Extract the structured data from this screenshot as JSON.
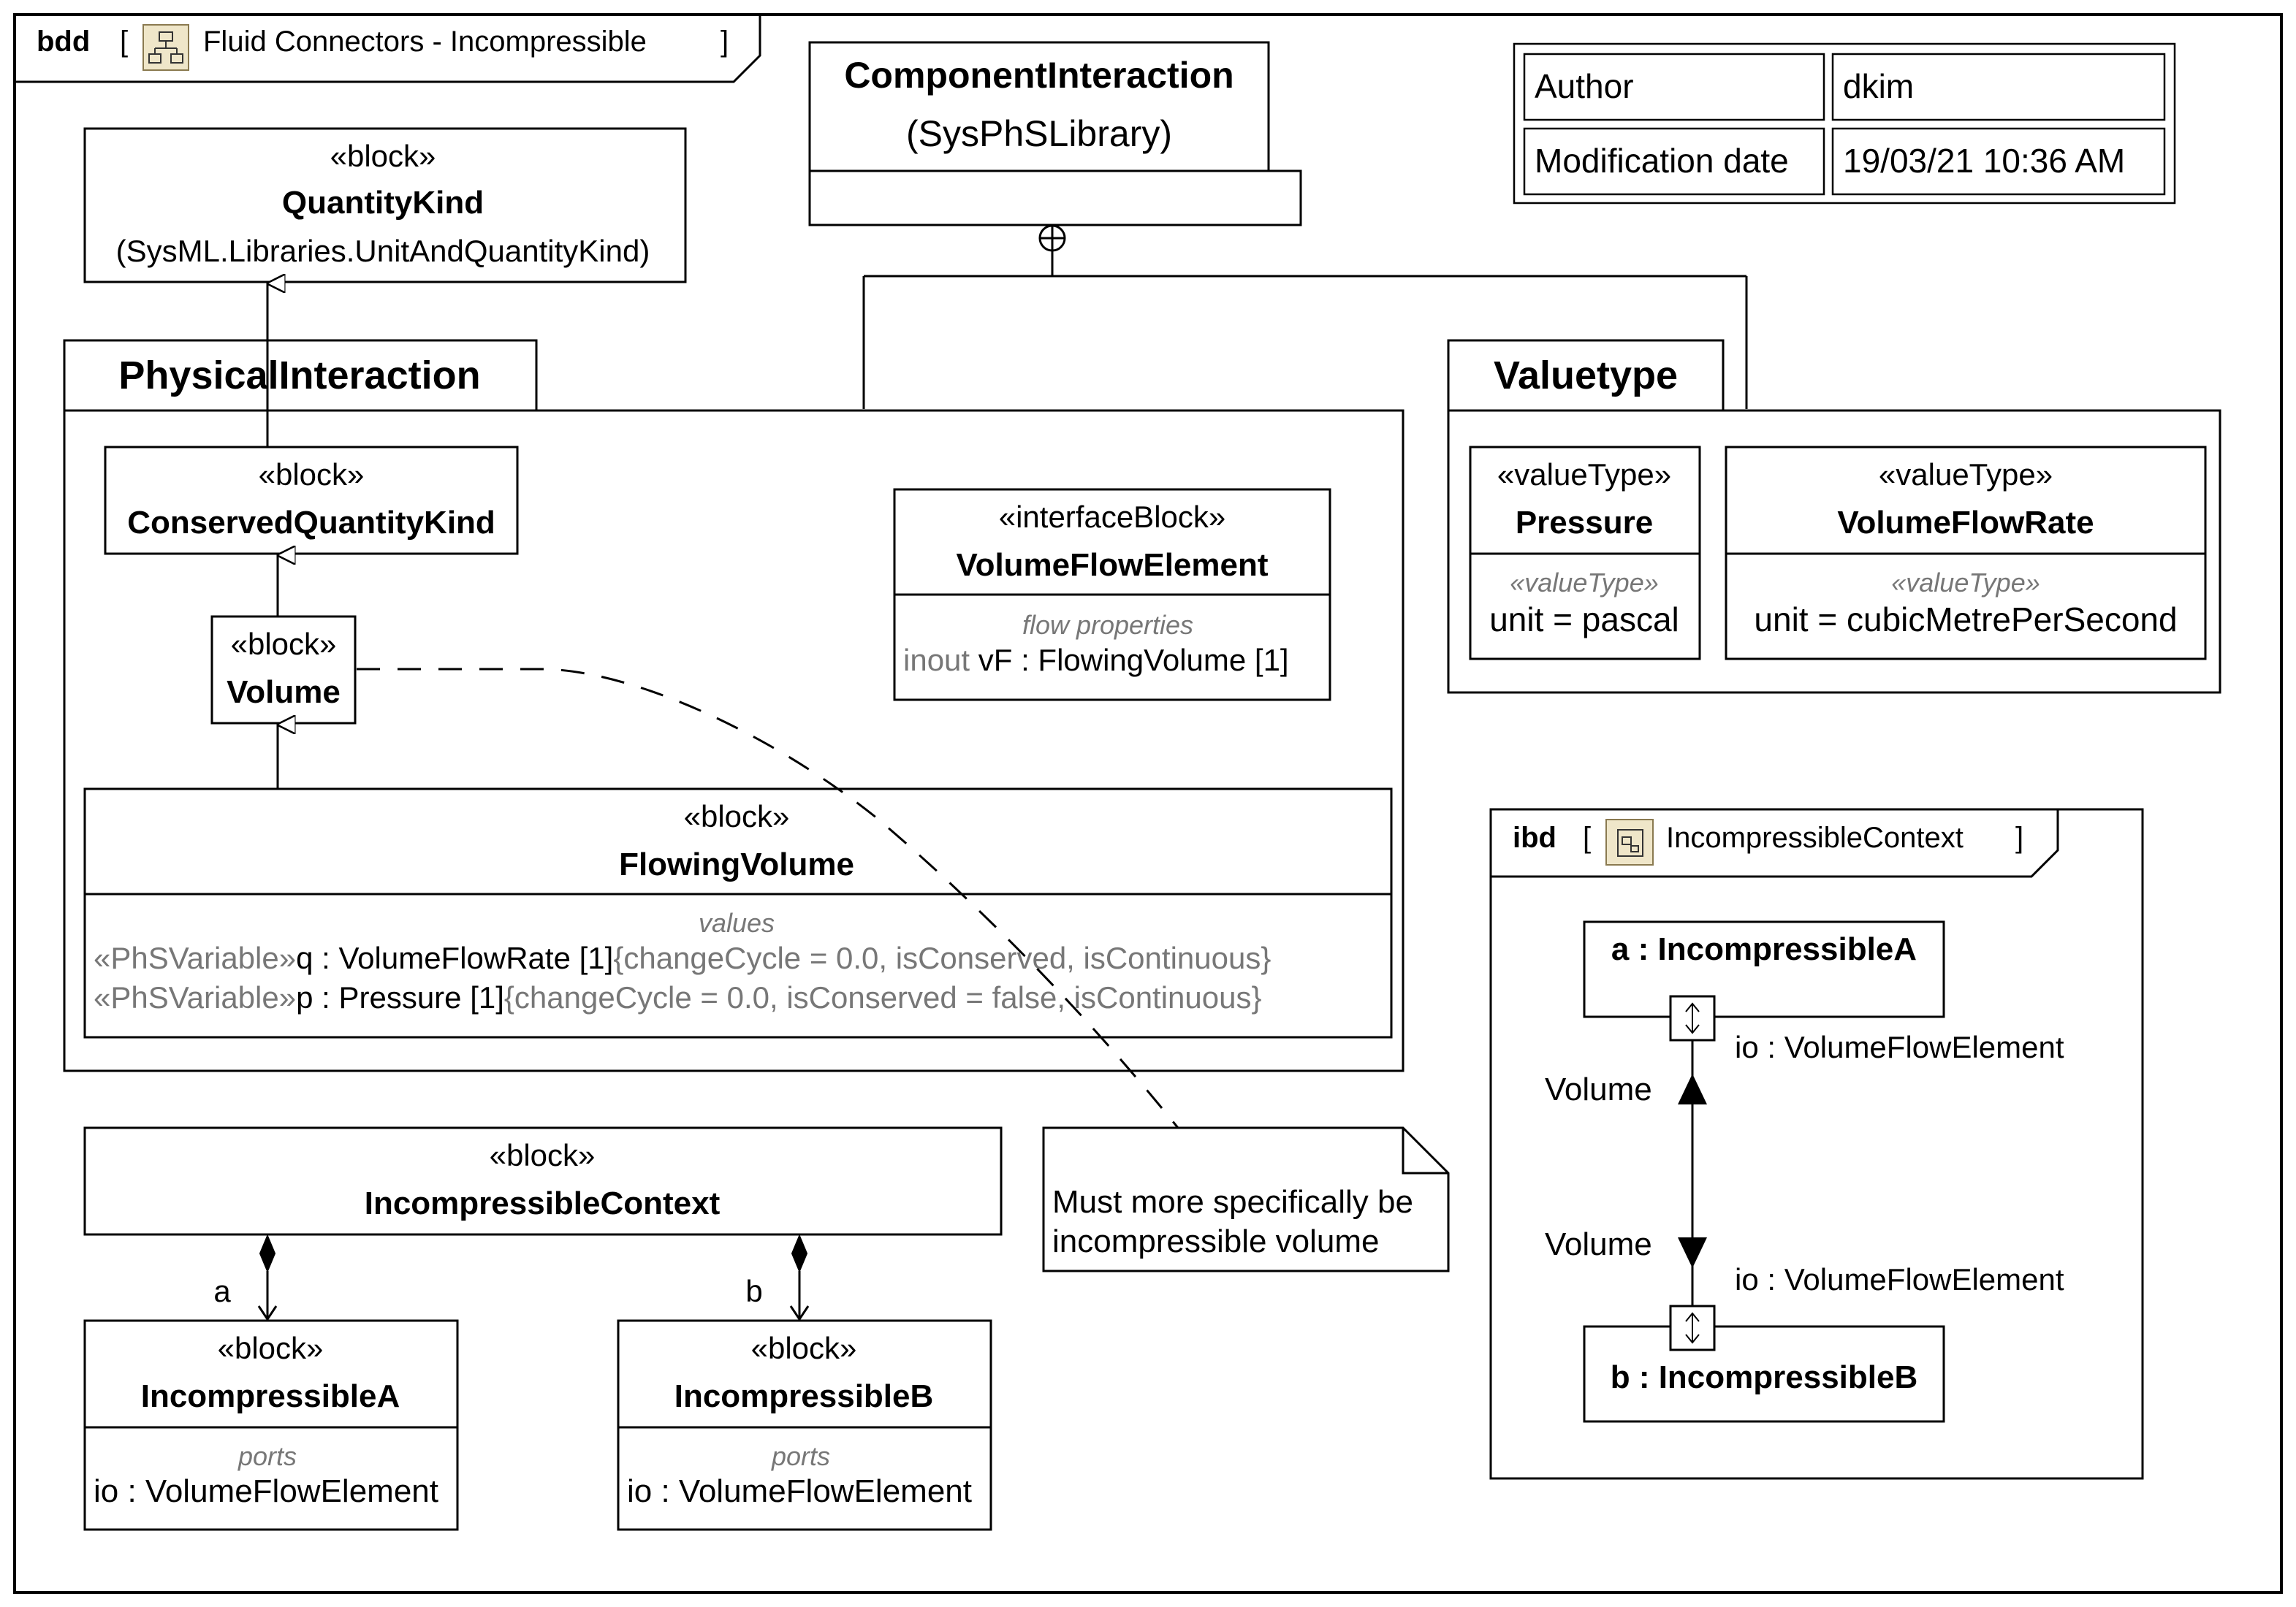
{
  "frame": {
    "kind": "bdd",
    "title": "Fluid Connectors - Incompressible",
    "bracket_open": "[",
    "bracket_close": "]"
  },
  "info_table": {
    "rows": [
      {
        "key": "Author",
        "value": "dkim"
      },
      {
        "key": "Modification date",
        "value": "19/03/21 10:36 AM"
      }
    ]
  },
  "component_interaction": {
    "name": "ComponentInteraction",
    "owner": "(SysPhSLibrary)"
  },
  "quantity_kind": {
    "stereotype": "«block»",
    "name": "QuantityKind",
    "owner": "(SysML.Libraries.UnitAndQuantityKind)"
  },
  "physical_interaction": {
    "name": "PhysicalInteraction",
    "conserved_quantity_kind": {
      "stereotype": "«block»",
      "name": "ConservedQuantityKind"
    },
    "volume": {
      "stereotype": "«block»",
      "name": "Volume"
    },
    "volume_flow_element": {
      "stereotype": "«interfaceBlock»",
      "name": "VolumeFlowElement",
      "compartment": "flow properties",
      "property_direction": "inout",
      "property_name": "vF",
      "property_type": " : FlowingVolume [1]"
    },
    "flowing_volume": {
      "stereotype": "«block»",
      "name": "FlowingVolume",
      "compartment": "values",
      "values": [
        {
          "stereotype": "«PhSVariable»",
          "decl": "q : VolumeFlowRate [1]",
          "constraint": "{changeCycle = 0.0, isConserved, isContinuous}"
        },
        {
          "stereotype": "«PhSVariable»",
          "decl": "p : Pressure [1]",
          "constraint": "{changeCycle = 0.0, isConserved = false, isContinuous}"
        }
      ]
    }
  },
  "valuetype_package": {
    "name": "Valuetype",
    "pressure": {
      "stereotype": "«valueType»",
      "name": "Pressure",
      "compartment": "«valueType»",
      "attr": "unit = pascal"
    },
    "volume_flow_rate": {
      "stereotype": "«valueType»",
      "name": "VolumeFlowRate",
      "compartment": "«valueType»",
      "attr": "unit = cubicMetrePerSecond"
    }
  },
  "incompressible_context": {
    "stereotype": "«block»",
    "name": "IncompressibleContext"
  },
  "incompressible_a": {
    "stereotype": "«block»",
    "name": "IncompressibleA",
    "compartment": "ports",
    "port": "io : VolumeFlowElement",
    "role": "a"
  },
  "incompressible_b": {
    "stereotype": "«block»",
    "name": "IncompressibleB",
    "compartment": "ports",
    "port": "io : VolumeFlowElement",
    "role": "b"
  },
  "note": {
    "line1": "Must more specifically be",
    "line2": "incompressible volume"
  },
  "ibd": {
    "kind": "ibd",
    "title": "IncompressibleContext",
    "bracket_open": "[",
    "bracket_close": "]",
    "part_a": "a : IncompressibleA",
    "part_b": "b : IncompressibleB",
    "port_a_label": "io : VolumeFlowElement",
    "port_b_label": "io : VolumeFlowElement",
    "end_a_label": "Volume",
    "end_b_label": "Volume"
  }
}
